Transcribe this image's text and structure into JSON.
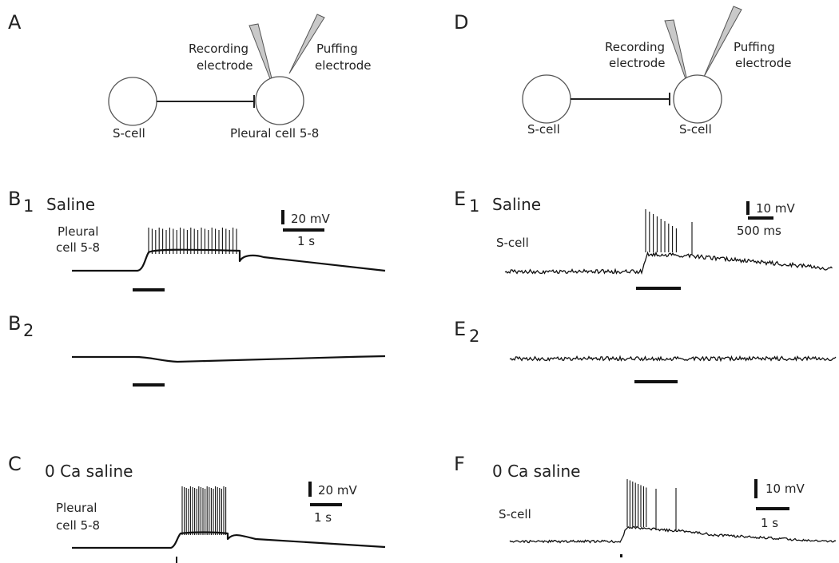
{
  "panels": {
    "A": {
      "letter": "A",
      "recording": [
        "Recording",
        "electrode"
      ],
      "puffing": [
        "Puffing",
        "electrode"
      ],
      "pre_cell": "S-cell",
      "post_cell": "Pleural cell 5-8"
    },
    "D": {
      "letter": "D",
      "recording": [
        "Recording",
        "electrode"
      ],
      "puffing": [
        "Puffing",
        "electrode"
      ],
      "pre_cell": "S-cell",
      "post_cell": "S-cell"
    },
    "B1": {
      "letter": "B",
      "sub": "1",
      "condition": "Saline",
      "cell": [
        "Pleural",
        "cell 5-8"
      ],
      "scale_v": "20 mV",
      "scale_t": "1 s"
    },
    "B2": {
      "letter": "B",
      "sub": "2"
    },
    "C": {
      "letter": "C",
      "condition": "0 Ca saline",
      "cell": [
        "Pleural",
        "cell 5-8"
      ],
      "scale_v": "20 mV",
      "scale_t": "1 s"
    },
    "E1": {
      "letter": "E",
      "sub": "1",
      "condition": "Saline",
      "cell": "S-cell",
      "scale_v": "10 mV",
      "scale_t": "500 ms"
    },
    "E2": {
      "letter": "E",
      "sub": "2"
    },
    "F": {
      "letter": "F",
      "condition": "0 Ca saline",
      "cell": "S-cell",
      "scale_v": "10 mV",
      "scale_t": "1 s"
    }
  },
  "colors": {
    "trace": "#111111",
    "cell_outline": "#555555",
    "pipette": "#c9c9c9"
  }
}
